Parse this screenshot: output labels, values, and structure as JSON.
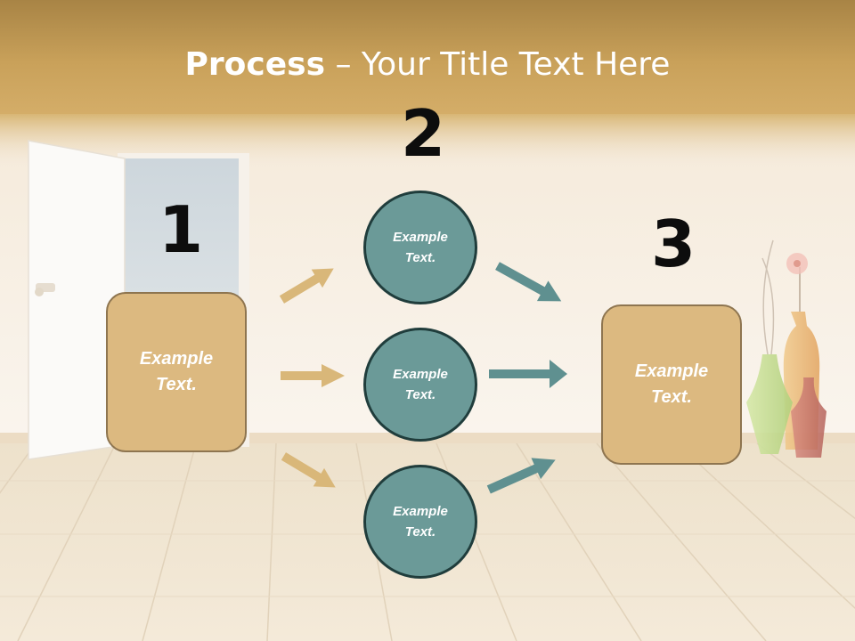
{
  "title": {
    "strong": "Process",
    "separator": " – ",
    "rest": "Your Title Text Here"
  },
  "steps": [
    {
      "number": "1",
      "text": "Example\nText."
    },
    {
      "number": "2"
    },
    {
      "number": "3",
      "text": "Example\nText."
    }
  ],
  "circles": [
    {
      "text": "Example\nText."
    },
    {
      "text": "Example\nText."
    },
    {
      "text": "Example\nText."
    }
  ],
  "colors": {
    "tan_fill": "#dcb980",
    "teal_fill": "#6b9a98",
    "tan_arrow": "#d9b779",
    "teal_arrow": "#5f9090",
    "header_band": "#c9a15a"
  }
}
